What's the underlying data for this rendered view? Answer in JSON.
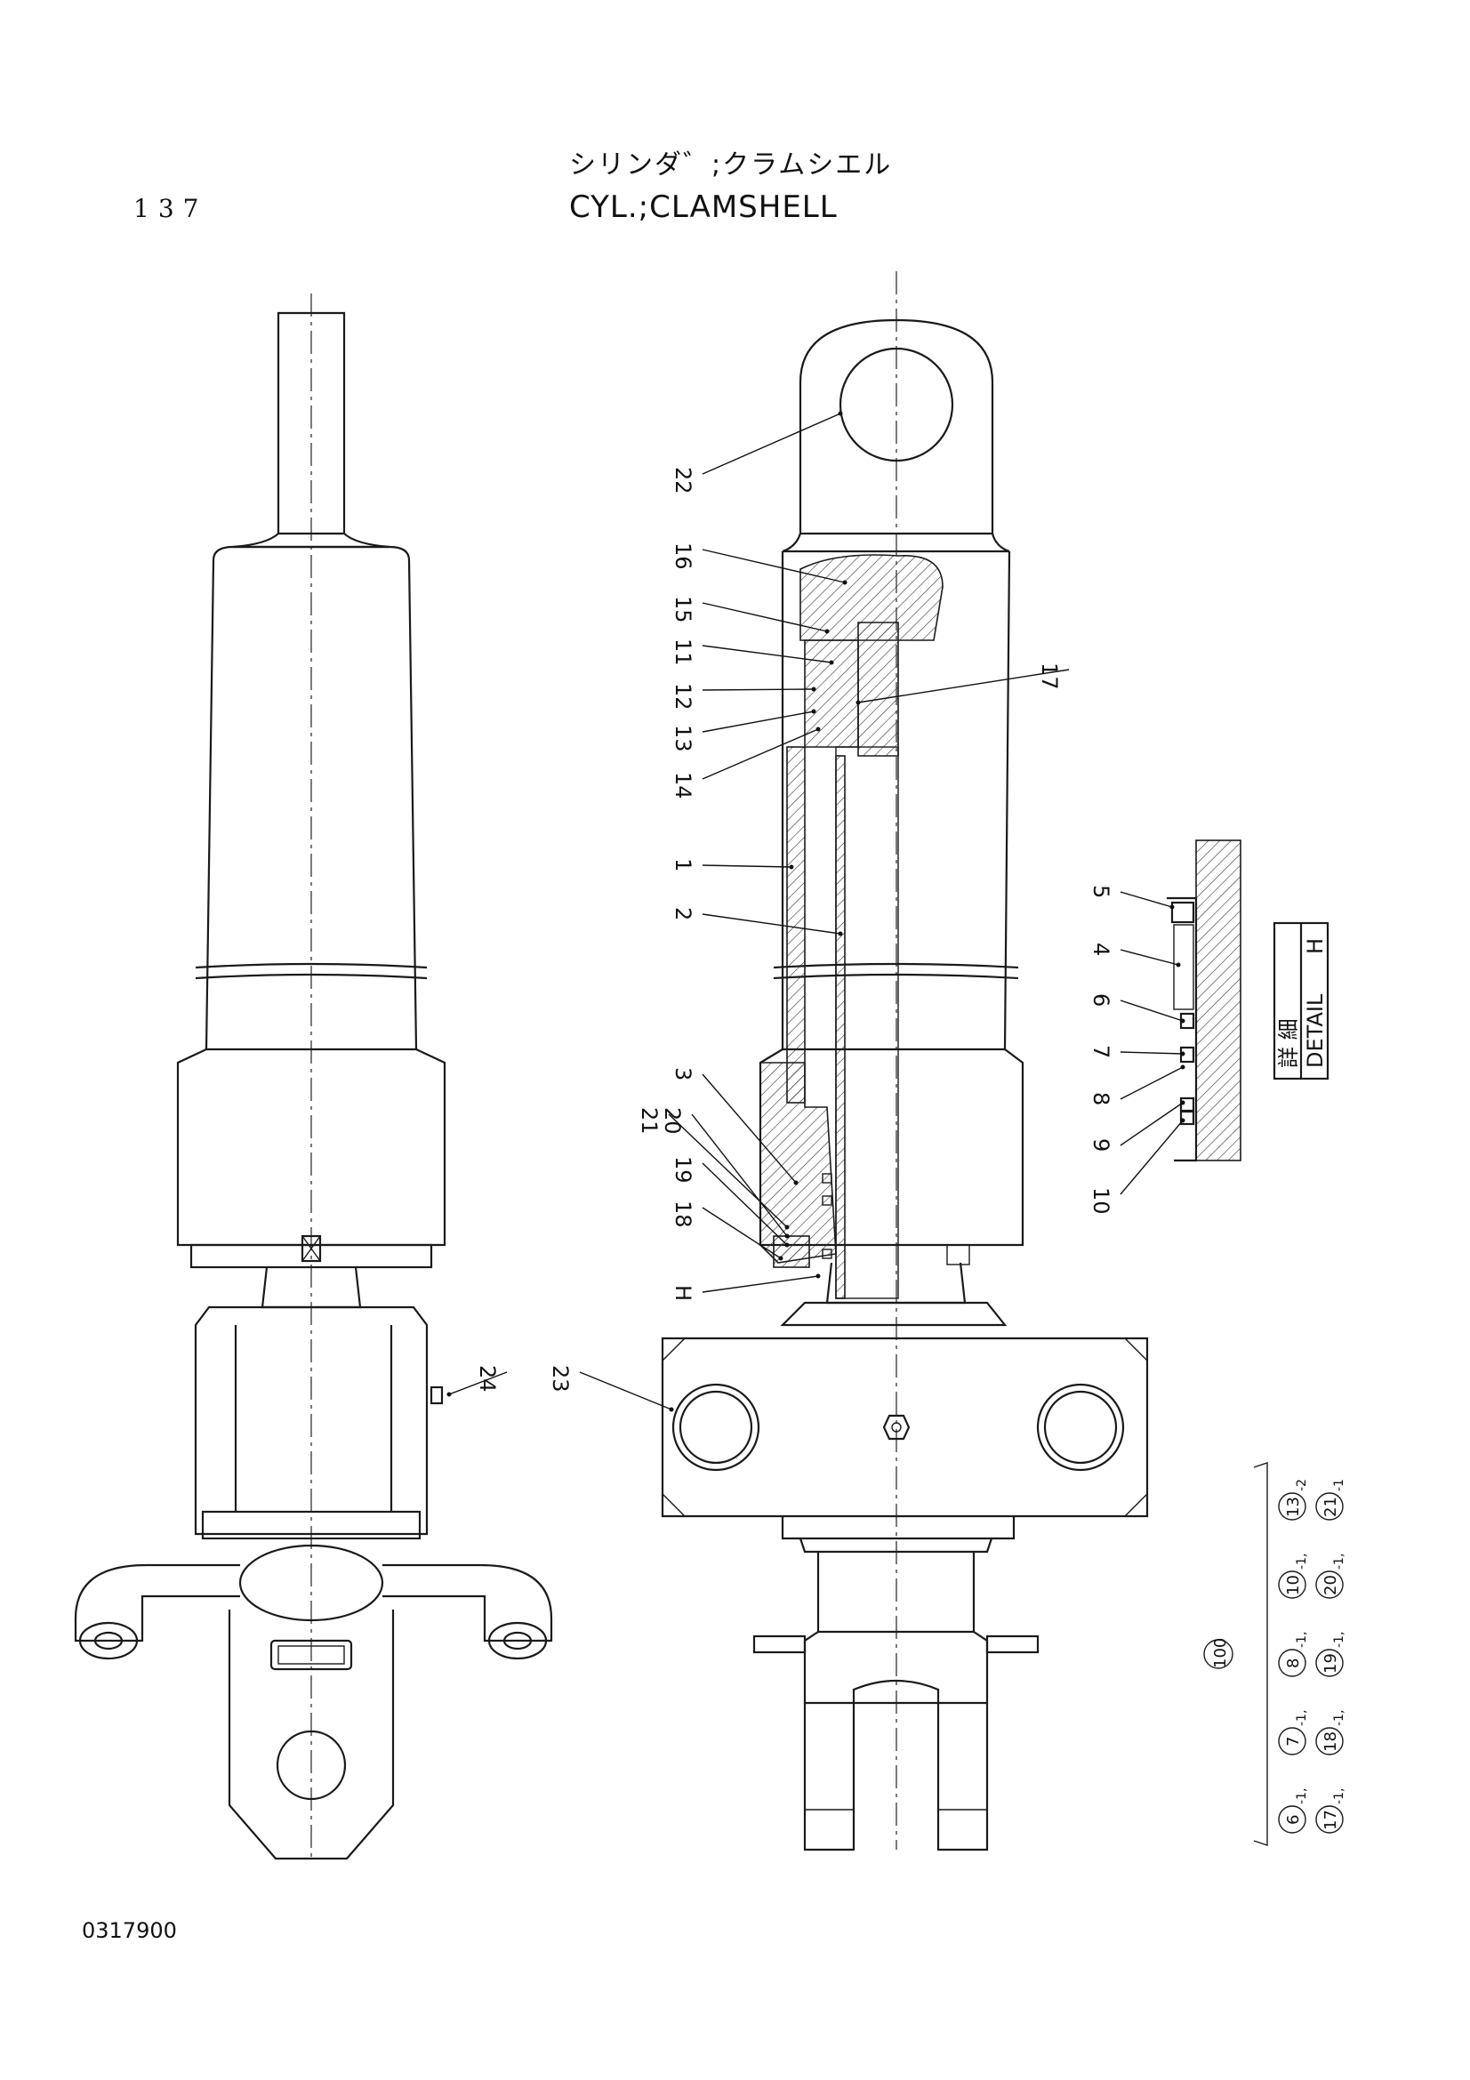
{
  "header": {
    "page_number": "137",
    "title_jp": "シリンダ゛;クラムシエル",
    "title_en": "CYL.;CLAMSHELL"
  },
  "footer": {
    "drawing_number": "0317900"
  },
  "detail": {
    "kanji": "詳 細",
    "label": "DETAIL",
    "letter": "H"
  },
  "callouts": [
    "22",
    "16",
    "15",
    "11",
    "12",
    "13",
    "14",
    "17",
    "1",
    "2",
    "3",
    "21",
    "20",
    "19",
    "18",
    "H",
    "23",
    "24",
    "5",
    "4",
    "6",
    "7",
    "8",
    "9",
    "10"
  ],
  "kit": {
    "number": "100",
    "rows": [
      [
        {
          "n": "6",
          "s": "-1"
        },
        {
          "n": "7",
          "s": "-1"
        },
        {
          "n": "8",
          "s": "-1"
        },
        {
          "n": "10",
          "s": "-1"
        },
        {
          "n": "13",
          "s": "-2"
        }
      ],
      [
        {
          "n": "17",
          "s": "-1"
        },
        {
          "n": "18",
          "s": "-1"
        },
        {
          "n": "19",
          "s": "-1"
        },
        {
          "n": "20",
          "s": "-1"
        },
        {
          "n": "21",
          "s": "-1"
        }
      ]
    ]
  }
}
